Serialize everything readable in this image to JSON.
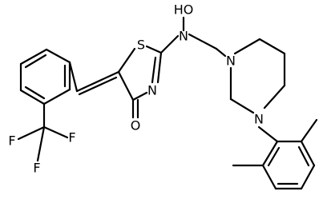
{
  "molecule": {
    "atoms": {
      "oh": "HO",
      "n_hydroxylamine": "N",
      "s_ring": "S",
      "n_ring": "N",
      "o_carbonyl": "O",
      "n_piperazine_top": "N",
      "n_piperazine_bottom": "N",
      "f1": "F",
      "f2": "F",
      "f3": "F"
    }
  }
}
